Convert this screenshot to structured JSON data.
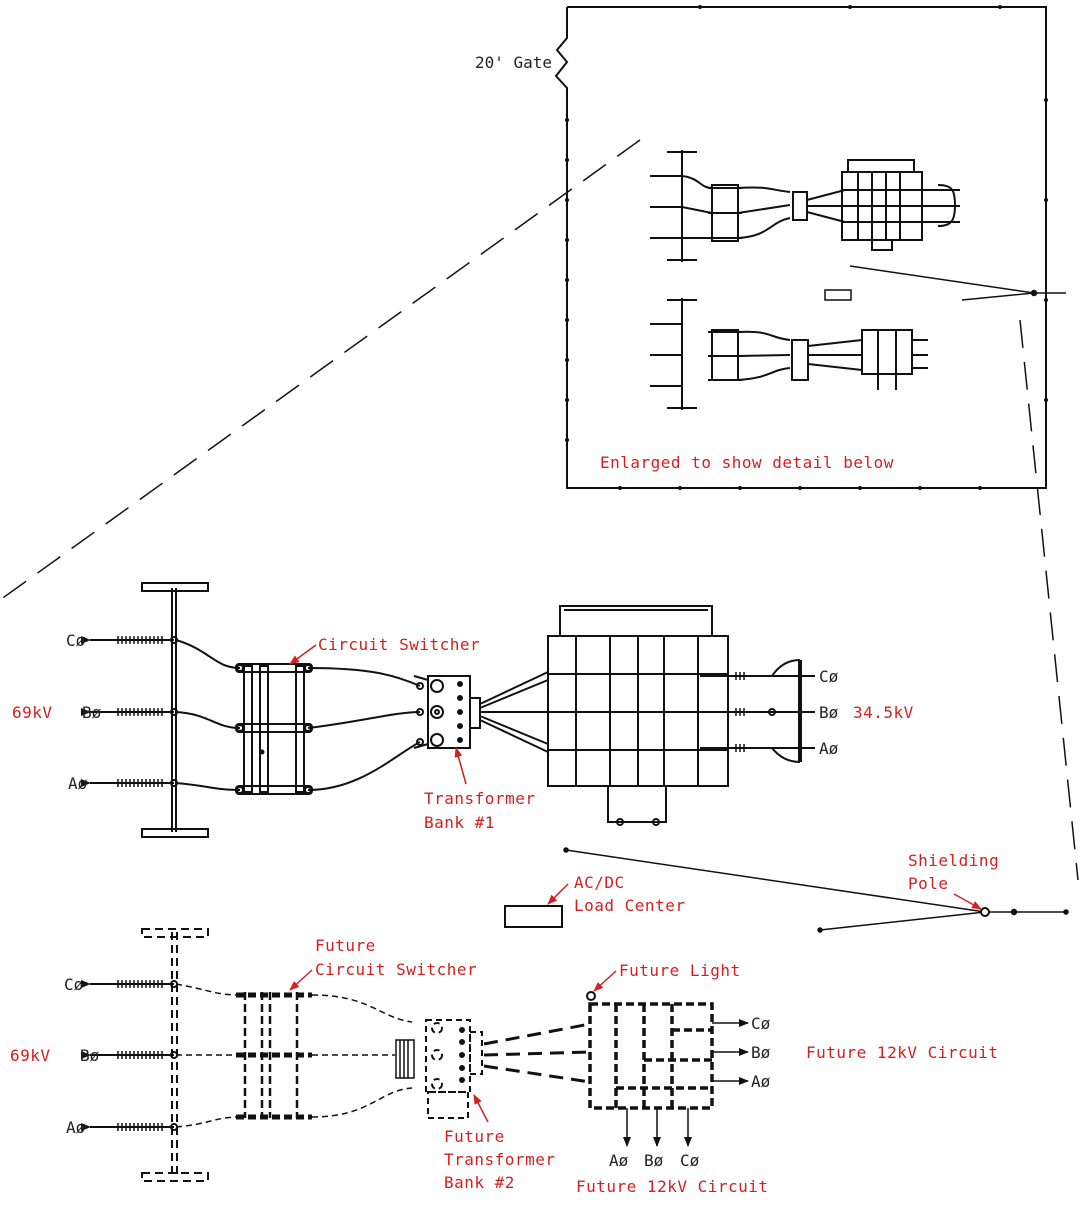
{
  "colors": {
    "line": "#111111",
    "label": "#d32020",
    "background": "#ffffff"
  },
  "overview": {
    "gate_label": "20' Gate",
    "enlarged_note": "Enlarged to show detail below"
  },
  "bank1": {
    "phase_c": "Cø",
    "phase_b": "Bø",
    "phase_a": "Aø",
    "voltage_high": "69kV",
    "circuit_switcher": "Circuit Switcher",
    "transformer_line1": "Transformer",
    "transformer_line2": "Bank #1",
    "lv_phase_c": "Cø",
    "lv_phase_b": "Bø",
    "lv_phase_a": "Aø",
    "voltage_low": "34.5kV"
  },
  "site": {
    "load_center_line1": "AC/DC",
    "load_center_line2": "Load Center",
    "shielding_line1": "Shielding",
    "shielding_line2": "Pole"
  },
  "bank2": {
    "phase_c": "Cø",
    "phase_b": "Bø",
    "phase_a": "Aø",
    "voltage_high": "69kV",
    "future_cs_line1": "Future",
    "future_cs_line2": "Circuit Switcher",
    "future_light": "Future Light",
    "future_tx_line1": "Future",
    "future_tx_line2": "Transformer",
    "future_tx_line3": "Bank #2",
    "right_phase_c": "Cø",
    "right_phase_b": "Bø",
    "right_phase_a": "Aø",
    "future_12kv_right": "Future 12kV Circuit",
    "bottom_phase_a": "Aø",
    "bottom_phase_b": "Bø",
    "bottom_phase_c": "Cø",
    "future_12kv_bottom": "Future 12kV Circuit"
  }
}
